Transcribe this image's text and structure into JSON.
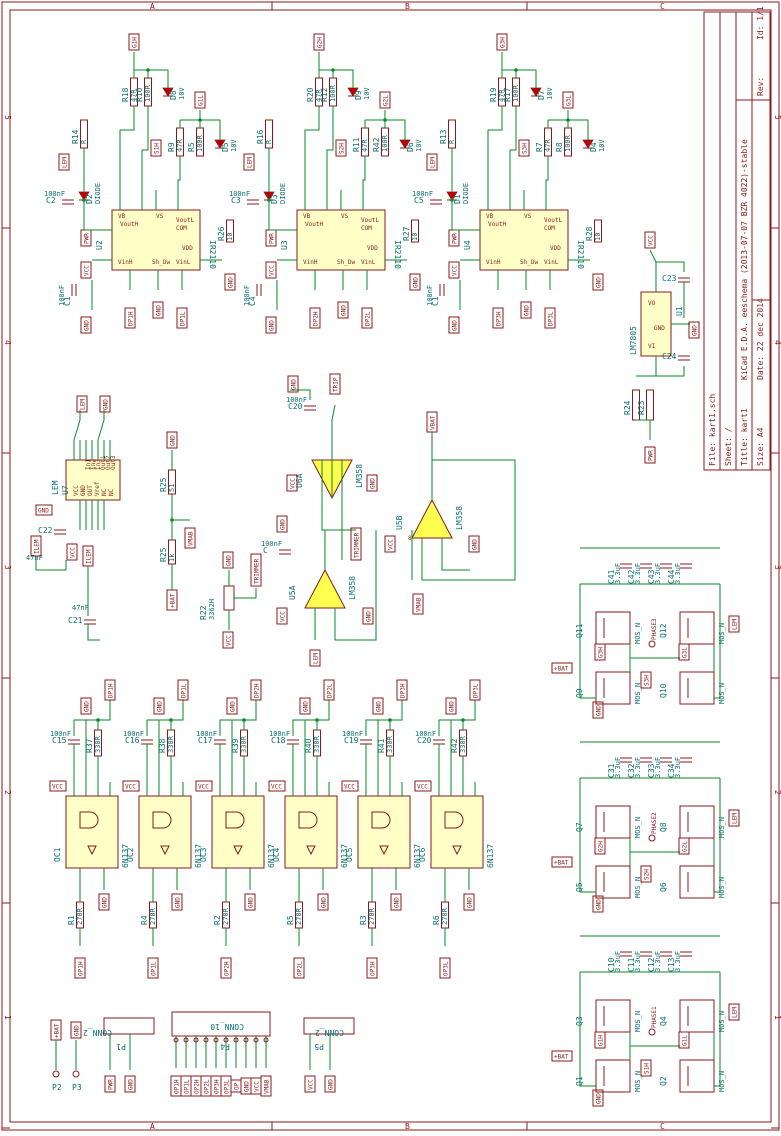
{
  "title_block": {
    "file": "File: kart1.sch",
    "sheet": "Sheet: /",
    "title": "Title: kart1",
    "size": "Size: A4",
    "date": "Date: 22 dec 2014",
    "kicad": "KiCad E.D.A.  eeschema (2013-07-07 BZR 4022)-stable",
    "rev": "Rev:",
    "id": "Id: 1/1"
  },
  "border": {
    "cols": [
      "A",
      "B",
      "C"
    ],
    "rows": [
      "5",
      "4",
      "3",
      "2",
      "1"
    ]
  },
  "drivers": [
    {
      "ref": "U2",
      "part": "IR2110",
      "ho": "G1H",
      "lo": "G1L",
      "r_boot": "R18",
      "r_boot_v": "47R",
      "r_g": "R10",
      "r_g_v": "100R",
      "d": "D8",
      "d_v": "10V",
      "r_sd": "R14",
      "r_sd_v": "R",
      "diode": "D2",
      "diode_v": "DIODE",
      "c": "C2",
      "c_v": "100nF",
      "cb": "C1",
      "cb_v": "100nF",
      "in_h": "DP1H",
      "in_l": "DP1L",
      "r_lo": "R9",
      "r_lo_v": "47R",
      "r_lo2": "R5",
      "r_lo2_v": "100R",
      "d_lo": "D5",
      "d_lo_v": "10V",
      "r_in": "R26",
      "r_in_v": "10",
      "sw": "S1H"
    },
    {
      "ref": "U3",
      "part": "IR2110",
      "ho": "G2H",
      "lo": "G2L",
      "r_boot": "R20",
      "r_boot_v": "47R",
      "r_g": "R12",
      "r_g_v": "100R",
      "d": "D9",
      "d_v": "10V",
      "r_sd": "R16",
      "r_sd_v": "R",
      "diode": "D3",
      "diode_v": "DIODE",
      "c": "C3",
      "c_v": "100nF",
      "cb": "C4",
      "cb_v": "100nF",
      "in_h": "DP2H",
      "in_l": "DP2L",
      "r_lo": "R11",
      "r_lo_v": "47R",
      "r_lo2": "R42",
      "r_lo2_v": "100R",
      "d_lo": "D6",
      "d_lo_v": "10V",
      "r_in": "R27",
      "r_in_v": "10",
      "sw": "S2H"
    },
    {
      "ref": "U4",
      "part": "IR2110",
      "ho": "G3H",
      "lo": "G3L",
      "r_boot": "R19",
      "r_boot_v": "47R",
      "r_g": "R17",
      "r_g_v": "100R",
      "d": "D7",
      "d_v": "10V",
      "r_sd": "R13",
      "r_sd_v": "R",
      "diode": "D1",
      "diode_v": "DIODE",
      "c": "C5",
      "c_v": "100nF",
      "cb": "C1",
      "cb_v": "100nF",
      "in_h": "DP3H",
      "in_l": "DP3L",
      "r_lo": "R7",
      "r_lo_v": "47R",
      "r_lo2": "R8",
      "r_lo2_v": "100R",
      "d_lo": "D4",
      "d_lo_v": "10V",
      "r_in": "R28",
      "r_in_v": "10",
      "sw": "S3H"
    }
  ],
  "driver_pins": {
    "vb": "VB",
    "vouth": "VoutH",
    "vs": "VS",
    "voutl": "VoutL",
    "com": "COM",
    "vinh": "VinH",
    "sh_dw": "Sh_Dw",
    "vinl": "VinL",
    "vdd": "VDD",
    "vcc": "VCC",
    "gnd": "GND",
    "pwr": "PWR",
    "lem": "LEM"
  },
  "regulator": {
    "ref": "U1",
    "part": "LM7805",
    "vi": "VI",
    "vo": "VO",
    "gnd": "GND",
    "c_in": "C24",
    "c_out": "C23",
    "vcc": "VCC",
    "r1": "R24",
    "r2": "R23",
    "pwr": "PWR"
  },
  "lem": {
    "ref": "U7",
    "part": "LEM",
    "pins": [
      "VCC",
      "GND",
      "OUT",
      "Vref",
      "NC",
      "NC"
    ],
    "pins2": [
      "In1",
      "In2",
      "In3",
      "Out1",
      "Out2",
      "Out3"
    ],
    "c1": "C22",
    "c1_v": "47nF",
    "c2": "C21",
    "c2_v": "47nF",
    "lem_net": "LEM",
    "ilem": "ILEM"
  },
  "opamps": [
    {
      "ref": "U6A",
      "part": "LM358",
      "out": "TRIP",
      "c": "C20",
      "c_v": "100nF"
    },
    {
      "ref": "U5A",
      "part": "LM358",
      "out": "TRIMMER"
    },
    {
      "ref": "U5B",
      "part": "LM358",
      "out": "VBAT",
      "in": "VMAB"
    }
  ],
  "pot": {
    "ref": "R22",
    "part": "3362H",
    "val": "VCC"
  },
  "bias": [
    {
      "ref": "R25",
      "val": "51"
    },
    {
      "ref": "R25",
      "val": "1k"
    }
  ],
  "opto": [
    {
      "ref": "OC1",
      "part": "6N137",
      "in": "OP1H",
      "out": "DP1H",
      "c": "C15",
      "c_v": "100nF",
      "r": "R1",
      "r_v": "270R",
      "r_pu": "R37",
      "r_pu_v": "330R"
    },
    {
      "ref": "OC2",
      "part": "6N137",
      "in": "OP1L",
      "out": "DP1L",
      "c": "C16",
      "c_v": "100nF",
      "r": "R4",
      "r_v": "270R",
      "r_pu": "R38",
      "r_pu_v": "330R"
    },
    {
      "ref": "OC3",
      "part": "6N137",
      "in": "OP2H",
      "out": "DP2H",
      "c": "C17",
      "c_v": "100nF",
      "r": "R2",
      "r_v": "270R",
      "r_pu": "R39",
      "r_pu_v": "330R"
    },
    {
      "ref": "OC4",
      "part": "6N137",
      "in": "OP2L",
      "out": "DP2L",
      "c": "C18",
      "c_v": "100nF",
      "r": "R5",
      "r_v": "270R",
      "r_pu": "R40",
      "r_pu_v": "330R"
    },
    {
      "ref": "OC5",
      "part": "6N137",
      "in": "OP3H",
      "out": "DP3H",
      "c": "C19",
      "c_v": "100nF",
      "r": "R3",
      "r_v": "270R",
      "r_pu": "R41",
      "r_pu_v": "330R"
    },
    {
      "ref": "OC6",
      "part": "6N137",
      "in": "OP3L",
      "out": "DP3L",
      "c": "C20",
      "c_v": "100nF",
      "r": "R6",
      "r_v": "270R",
      "r_pu": "R42",
      "r_pu_v": "330R"
    }
  ],
  "phases": [
    {
      "name": "PHASE3",
      "q": [
        "Q11",
        "Q12",
        "Q9",
        "Q10"
      ],
      "part": "MOS_N",
      "caps": [
        "C41",
        "C42",
        "C43",
        "C44"
      ],
      "cap_v": "3.3uF",
      "g": [
        "G3H",
        "G3L",
        "S3H"
      ],
      "bat": "+BAT",
      "lem": "LEM"
    },
    {
      "name": "PHASE2",
      "q": [
        "Q7",
        "Q8",
        "Q5",
        "Q6"
      ],
      "part": "MOS_N",
      "caps": [
        "C31",
        "C32",
        "C33",
        "C34"
      ],
      "cap_v": "3.3uF",
      "g": [
        "G2H",
        "G2L",
        "S2H"
      ],
      "bat": "+BAT",
      "lem": "LEM"
    },
    {
      "name": "PHASE1",
      "q": [
        "Q3",
        "Q4",
        "Q1",
        "Q2"
      ],
      "part": "MOS_N",
      "caps": [
        "C10",
        "C11",
        "C12",
        "C13"
      ],
      "cap_v": "3.3uF",
      "g": [
        "G1H",
        "G1L",
        "S1H"
      ],
      "bat": "+BAT",
      "lem": "LEM"
    }
  ],
  "connectors": [
    {
      "ref": "P1",
      "part": "CONN_2",
      "nets": [
        "PWR",
        "GND"
      ]
    },
    {
      "ref": "P4",
      "part": "CONN_10",
      "nets": [
        "OP1H",
        "OP1L",
        "OP2H",
        "OP2L",
        "OP3H",
        "OP3L",
        "OP",
        "GND",
        "VCC",
        "VMAB"
      ]
    },
    {
      "ref": "P5",
      "part": "CONN_2",
      "nets": [
        "VCC",
        "GND"
      ]
    },
    {
      "ref": "P2",
      "net": "+BAT"
    },
    {
      "ref": "P3",
      "net": "GND"
    }
  ]
}
